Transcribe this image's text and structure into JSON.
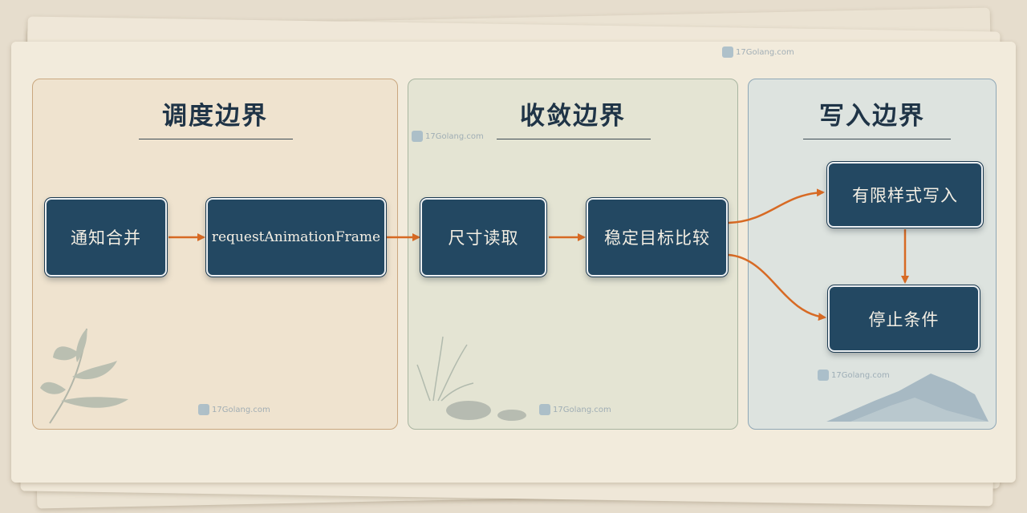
{
  "colors": {
    "node_fill": "#234862",
    "arrow": "#d76a24",
    "title": "#1f3447"
  },
  "panels": [
    {
      "title": "调度边界"
    },
    {
      "title": "收敛边界"
    },
    {
      "title": "写入边界"
    }
  ],
  "nodes": {
    "notify_merge": "通知合并",
    "raf": "requestAnimationFrame",
    "size_read": "尺寸读取",
    "stable_compare": "稳定目标比较",
    "limited_write": "有限样式写入",
    "stop_condition": "停止条件"
  },
  "watermark": "17Golang.com"
}
